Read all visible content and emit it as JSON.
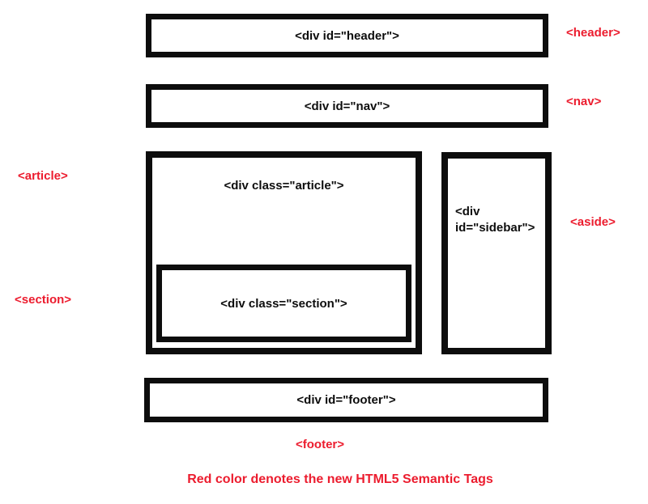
{
  "colors": {
    "accent_red": "#ec1c2e",
    "box_border": "#0d0d0d",
    "background": "#ffffff"
  },
  "boxes": {
    "header": {
      "code": "<div id=\"header\">",
      "tag": "<header>"
    },
    "nav": {
      "code": "<div id=\"nav\">",
      "tag": "<nav>"
    },
    "article": {
      "code": "<div class=\"article\">",
      "tag": "<article>"
    },
    "section": {
      "code": "<div class=\"section\">",
      "tag": "<section>"
    },
    "sidebar": {
      "code_line1": "<div",
      "code_line2": "id=\"sidebar\">",
      "tag": "<aside>"
    },
    "footer": {
      "code": "<div id=\"footer\">",
      "tag": "<footer>"
    }
  },
  "footnote": "Red color denotes the new HTML5 Semantic Tags"
}
